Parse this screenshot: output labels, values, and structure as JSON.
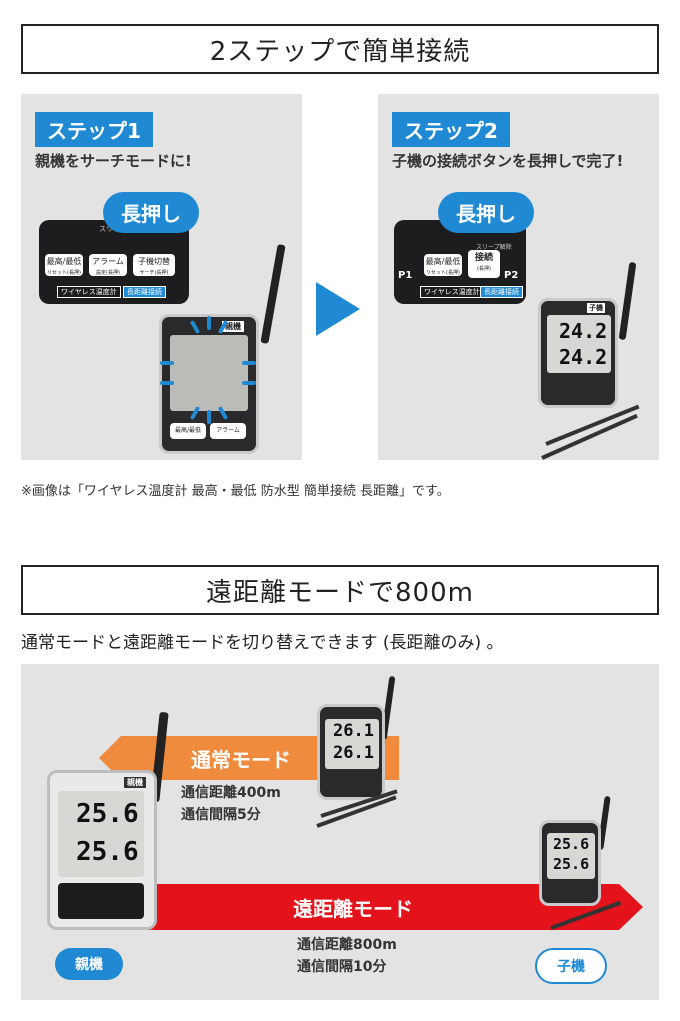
{
  "section1": {
    "title": "2ステップで簡単接続"
  },
  "step1": {
    "tag": "ステップ1",
    "desc": "親機をサーチモードに!",
    "bubble": "長押し",
    "sleep": "スリープ解除",
    "btn_maxmin": "最高/最低",
    "btn_maxmin_sub": "リセット(長押)",
    "btn_alarm": "アラーム",
    "btn_alarm_sub": "設定(長押)",
    "btn_child": "子機切替",
    "btn_child_sub": "サーチ(長押)",
    "label_wireless": "ワイヤレス温度計",
    "label_long": "長距離接続",
    "badge": "親機"
  },
  "step2": {
    "tag": "ステップ2",
    "desc": "子機の接続ボタンを長押しで完了!",
    "bubble": "長押し",
    "sleep": "スリープ解除",
    "btn_maxmin": "最高/最低",
    "btn_maxmin_sub": "リセット(長押)",
    "btn_connect": "接続",
    "btn_connect_sub": "(長押)",
    "p1": "P1",
    "p2": "P2",
    "label_wireless": "ワイヤレス温度計",
    "label_long": "長距離接続",
    "badge": "子機",
    "reading1": "24.2",
    "reading2": "24.2"
  },
  "note": "※画像は「ワイヤレス温度計 最高・最低 防水型 簡単接続 長距離」です。",
  "section2": {
    "title": "遠距離モードで800m",
    "subtitle": "通常モードと遠距離モードを切り替えできます (長距離のみ) 。"
  },
  "normal_mode": {
    "label": "通常モード",
    "distance": "通信距離400m",
    "interval": "通信間隔5分",
    "reading1": "26.1",
    "reading2": "26.1"
  },
  "long_mode": {
    "label": "遠距離モード",
    "distance": "通信距離800m",
    "interval": "通信間隔10分",
    "reading1": "25.6",
    "reading2": "25.6"
  },
  "parent": {
    "label": "親機",
    "badge": "親機",
    "reading1": "25.6",
    "reading2": "25.6"
  },
  "child": {
    "label": "子機"
  },
  "colors": {
    "accent": "#1f8ad3",
    "normal": "#f08a3c",
    "long": "#e3121b",
    "panel": "#e3e3e4"
  }
}
